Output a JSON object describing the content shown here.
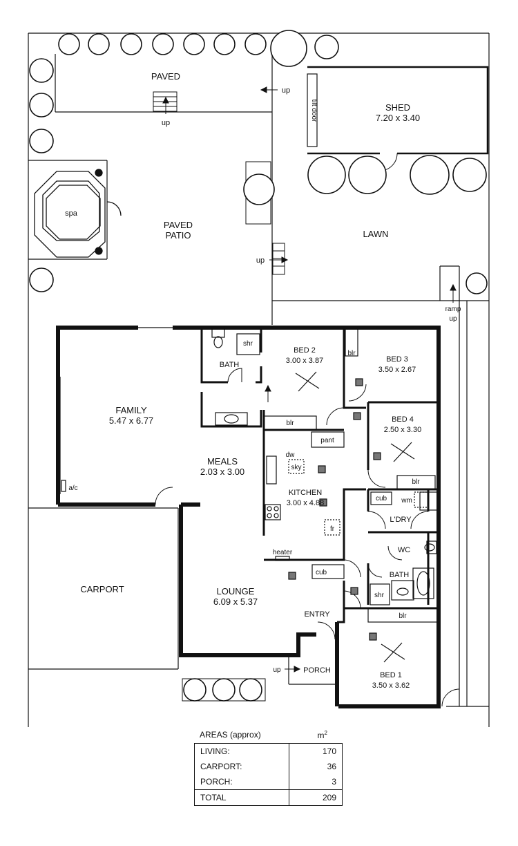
{
  "rooms": {
    "paved": "PAVED",
    "paved_patio_1": "PAVED",
    "paved_patio_2": "PATIO",
    "shed": "SHED",
    "shed_dim": "7.20 x 3.40",
    "tilt_door": "tilt door",
    "lawn": "LAWN",
    "spa": "spa",
    "up_1": "up",
    "up_2": "up",
    "up_3": "up",
    "up_4": "up",
    "ramp": "ramp",
    "ramp_up": "up",
    "family": "FAMILY",
    "family_dim": "5.47 x 6.77",
    "ac": "a/c",
    "bath1": "BATH",
    "shr1": "shr",
    "bed2": "BED 2",
    "bed2_dim": "3.00 x 3.87",
    "blr_bed2": "blr",
    "bed3": "BED 3",
    "bed3_dim": "3.50 x 2.67",
    "blr_bed3": "blr",
    "bed4": "BED 4",
    "bed4_dim": "2.50 x 3.30",
    "blr_bed4": "blr",
    "pant": "pant",
    "dw": "dw",
    "sky": "sky",
    "meals": "MEALS",
    "meals_dim": "2.03 x 3.00",
    "kitchen": "KITCHEN",
    "kitchen_dim": "3.00 x 4.88",
    "fr": "fr",
    "heater": "heater",
    "cub1": "cub",
    "cub2": "cub",
    "wm": "wm",
    "ldry": "L'DRY",
    "wc": "WC",
    "bath2": "BATH",
    "shr2": "shr",
    "carport": "CARPORT",
    "lounge": "LOUNGE",
    "lounge_dim": "6.09 x 5.37",
    "entry": "ENTRY",
    "porch": "PORCH",
    "porch_up": "up",
    "bed1": "BED 1",
    "bed1_dim": "3.50 x 3.62",
    "blr_bed1": "blr"
  },
  "areas": {
    "header": "AREAS (approx)",
    "unit": "m",
    "unit_sup": "2",
    "rows": [
      {
        "label": "LIVING:",
        "value": "170"
      },
      {
        "label": "CARPORT:",
        "value": "36"
      },
      {
        "label": "PORCH:",
        "value": "3"
      }
    ],
    "total_label": "TOTAL",
    "total_value": "209"
  }
}
